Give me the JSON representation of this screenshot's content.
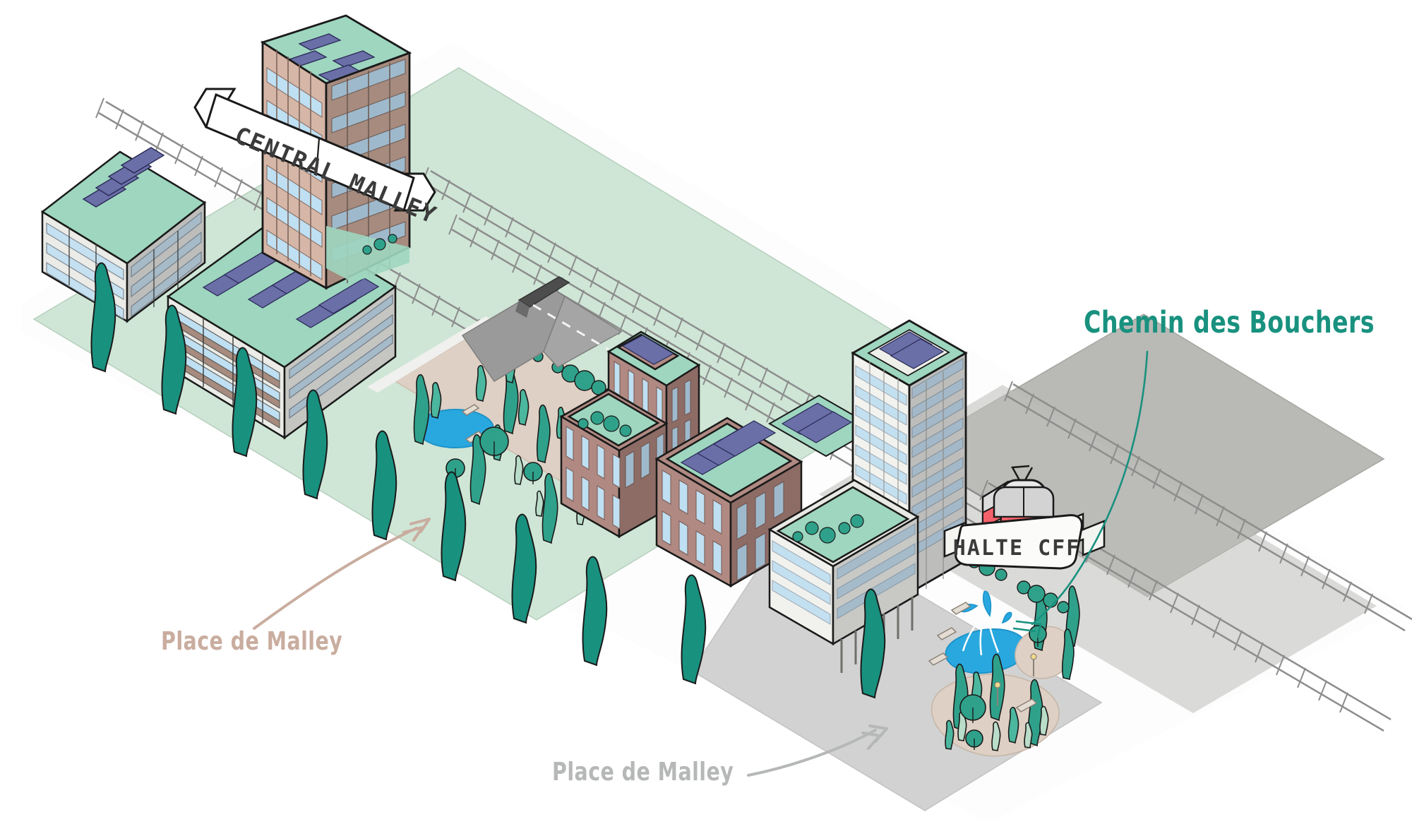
{
  "illustration": {
    "title": "Central Malley",
    "type": "isometric-axonometric-urban-masterplan",
    "background_color": "#ffffff"
  },
  "banners": [
    {
      "id": "central-malley",
      "text": "CENTRAL MALLEY",
      "style": "double-ended-ribbon",
      "text_color": "#3b3b3b",
      "fill": "#ffffff",
      "stroke": "#1a1a1a"
    },
    {
      "id": "halte-cff",
      "text": "HALTE CFF",
      "style": "ribbon-with-train",
      "text_color": "#3b3b3b",
      "fill": "#fbfbf9",
      "stroke": "#1a1a1a"
    }
  ],
  "labels": [
    {
      "id": "chemin-des-bouchers",
      "text": "Chemin des Bouchers",
      "color": "#19917f",
      "leader": "curved-line-down-left"
    },
    {
      "id": "place-de-malley-1",
      "text": "Place de Malley",
      "color": "#c9ad9f",
      "leader": "curved-arrow-up-right"
    },
    {
      "id": "place-de-malley-2",
      "text": "Place de Malley",
      "color": "#b6b8b8",
      "leader": "curved-arrow-up-right"
    }
  ],
  "palette": {
    "roof_green": "#9ed6c0",
    "roof_green_dark": "#7fc4ab",
    "solar_panel": "#6a6fa8",
    "solar_panel_dark": "#555a92",
    "facade_tan": "#d6b6a6",
    "facade_tan_dark": "#a68b7e",
    "facade_rose": "#b08a82",
    "facade_rose_dark": "#8e6c66",
    "facade_white": "#eeeeea",
    "facade_grey": "#bdbdbb",
    "window_blue": "#bfdff2",
    "window_blue_dark": "#8fadc4",
    "ground_white": "#fbfbfb",
    "ground_green": "#cfe6d6",
    "ground_grey": "#d2d2d2",
    "plaza_sand": "#ded0c4",
    "plaza_grey": "#cccccc",
    "water_blue": "#29a8e0",
    "tree_teal": "#2fa18a",
    "tree_light": "#b9ddc9",
    "rail_grey": "#9b9b9b",
    "rail_bed": "#b7b7b3",
    "road_grey": "#9a9a9a",
    "tunnel_dark": "#4d4d4d",
    "train_red": "#f4606a",
    "outline": "#1a1a1a"
  },
  "scene_elements": {
    "railways": [
      {
        "name": "rail-line-north",
        "sleepers": true
      },
      {
        "name": "rail-line-mid",
        "sleepers": true
      },
      {
        "name": "rail-line-south",
        "sleepers": true
      },
      {
        "name": "rail-line-platform",
        "sleepers": true
      }
    ],
    "buildings": [
      {
        "name": "tower-central-malley",
        "floors": 11,
        "roof": "green-with-solar",
        "facade": "tan"
      },
      {
        "name": "block-northwest",
        "floors": 5,
        "roof": "green-with-solar",
        "facade": "white-grey"
      },
      {
        "name": "residential-bar-west",
        "floors": 5,
        "roof": "green-with-solar",
        "facade": "white-balconies"
      },
      {
        "name": "block-mid-tall",
        "floors": 7,
        "roof": "green-with-solar",
        "facade": "rose-striped"
      },
      {
        "name": "block-mid-low",
        "floors": 5,
        "roof": "green-terrace",
        "facade": "rose-striped"
      },
      {
        "name": "block-mid-east",
        "floors": 5,
        "roof": "green-with-solar",
        "facade": "rose-striped"
      },
      {
        "name": "tower-east",
        "floors": 14,
        "roof": "green-with-solar",
        "facade": "glass-white"
      },
      {
        "name": "podium-east",
        "floors": 4,
        "roof": "green-terrace",
        "facade": "glass-white"
      }
    ],
    "open_spaces": [
      {
        "name": "plaza-west",
        "surface": "sand",
        "features": [
          "pond",
          "trees",
          "benches"
        ]
      },
      {
        "name": "plaza-east",
        "surface": "grey-paving",
        "features": [
          "fountain-pond",
          "tree-islands",
          "benches",
          "lamp-posts"
        ]
      },
      {
        "name": "ramp-underpass",
        "surface": "asphalt",
        "features": [
          "dashed-centre-line",
          "tunnel-portal"
        ]
      }
    ],
    "vehicle": {
      "name": "train-cff",
      "colors": [
        "#f4606a",
        "#e6e6e6",
        "#ffffff"
      ],
      "headlights": 2
    }
  }
}
